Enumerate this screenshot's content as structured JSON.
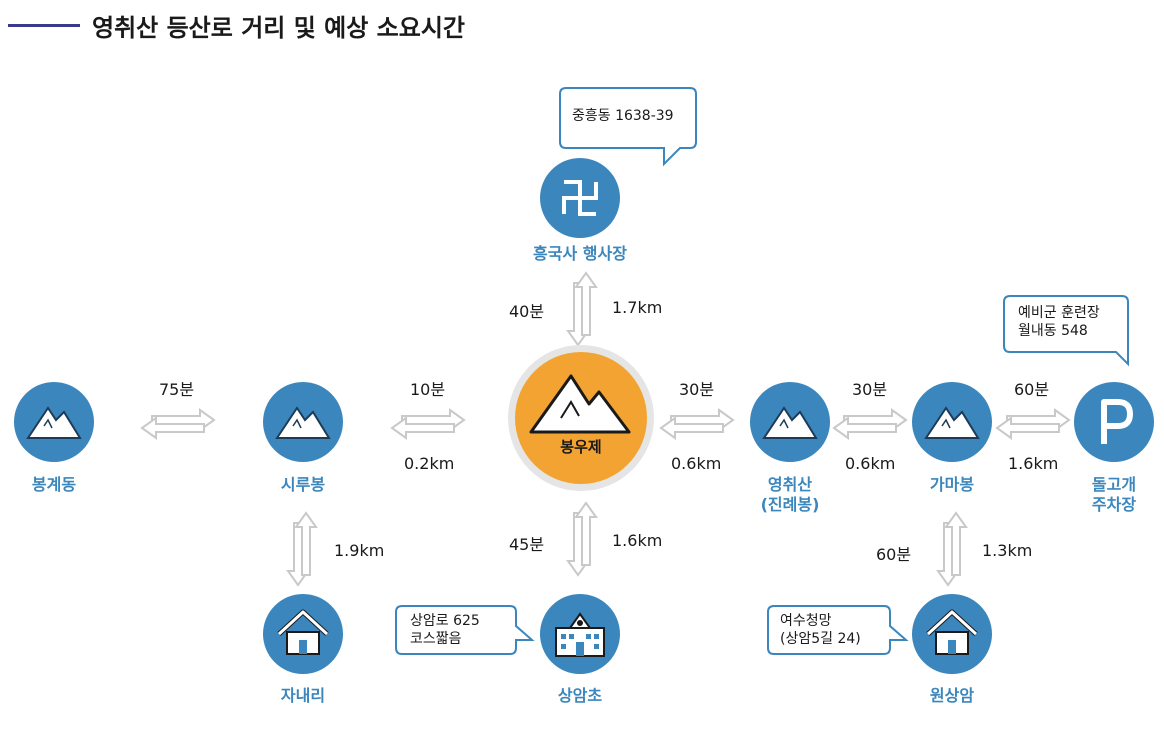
{
  "title": "영취산 등산로 거리 및 예상 소요시간",
  "colors": {
    "node": "#3b87bd",
    "center": "#f3a331",
    "arrow": "#c9c9c9",
    "accent": "#3a3a8c"
  },
  "nodes": {
    "center": {
      "label": "봉우제",
      "icon": "mountain-icon"
    },
    "temple": {
      "label": "흥국사 행사장",
      "icon": "temple-swastika-icon",
      "note": "중흥동 1638-39"
    },
    "bonggye": {
      "label": "봉계동",
      "icon": "mountain-icon"
    },
    "siru": {
      "label": "시루봉",
      "icon": "mountain-icon"
    },
    "jinrye": {
      "label_line1": "영취산",
      "label_line2": "(진례봉)",
      "icon": "mountain-icon"
    },
    "gama": {
      "label": "가마봉",
      "icon": "mountain-icon"
    },
    "parking": {
      "label_line1": "돌고개",
      "label_line2": "주차장",
      "icon": "parking-icon",
      "note_line1": "예비군 훈련장",
      "note_line2": "월내동 548"
    },
    "janae": {
      "label": "자내리",
      "icon": "house-icon"
    },
    "sangam_school": {
      "label": "상암초",
      "icon": "school-icon",
      "note_line1": "상암로 625",
      "note_line2": "코스짧음"
    },
    "wonsangam": {
      "label": "원상암",
      "icon": "house-icon",
      "note_line1": "여수청망",
      "note_line2": "(상암5길 24)"
    }
  },
  "routes": {
    "center_temple": {
      "time": "40분",
      "distance": "1.7km"
    },
    "bonggye_siru": {
      "time": "75분"
    },
    "siru_center": {
      "time": "10분",
      "distance": "0.2km"
    },
    "center_jinrye": {
      "time": "30분",
      "distance": "0.6km"
    },
    "jinrye_gama": {
      "time": "30분",
      "distance": "0.6km"
    },
    "gama_parking": {
      "time": "60분",
      "distance": "1.6km"
    },
    "siru_janae": {
      "distance": "1.9km"
    },
    "center_school": {
      "time": "45분",
      "distance": "1.6km"
    },
    "gama_wonsangam": {
      "time": "60분",
      "distance": "1.3km"
    }
  }
}
